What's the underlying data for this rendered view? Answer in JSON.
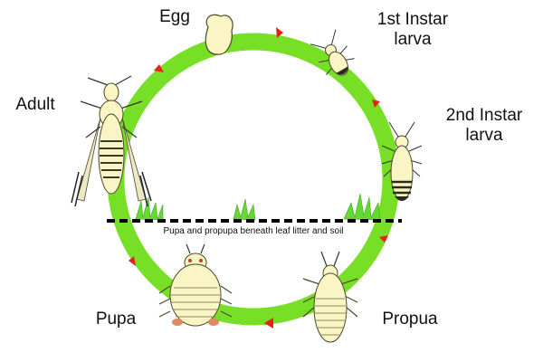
{
  "labels": {
    "egg": "Egg",
    "larva1": "1st Instar larva",
    "larva2": "2nd Instar larva",
    "adult": "Adult",
    "pupa": "Pupa",
    "propupa": "Propua",
    "soil_note": "Pupa and propupa beneath leaf litter and soil"
  },
  "colors": {
    "cycle_ring": "#77e026",
    "arrow": "#e8201c",
    "soil_line": "#000000",
    "insect_body": "#fbf4c4",
    "insect_outline": "#4a4a2a",
    "grass": "#66d833"
  }
}
